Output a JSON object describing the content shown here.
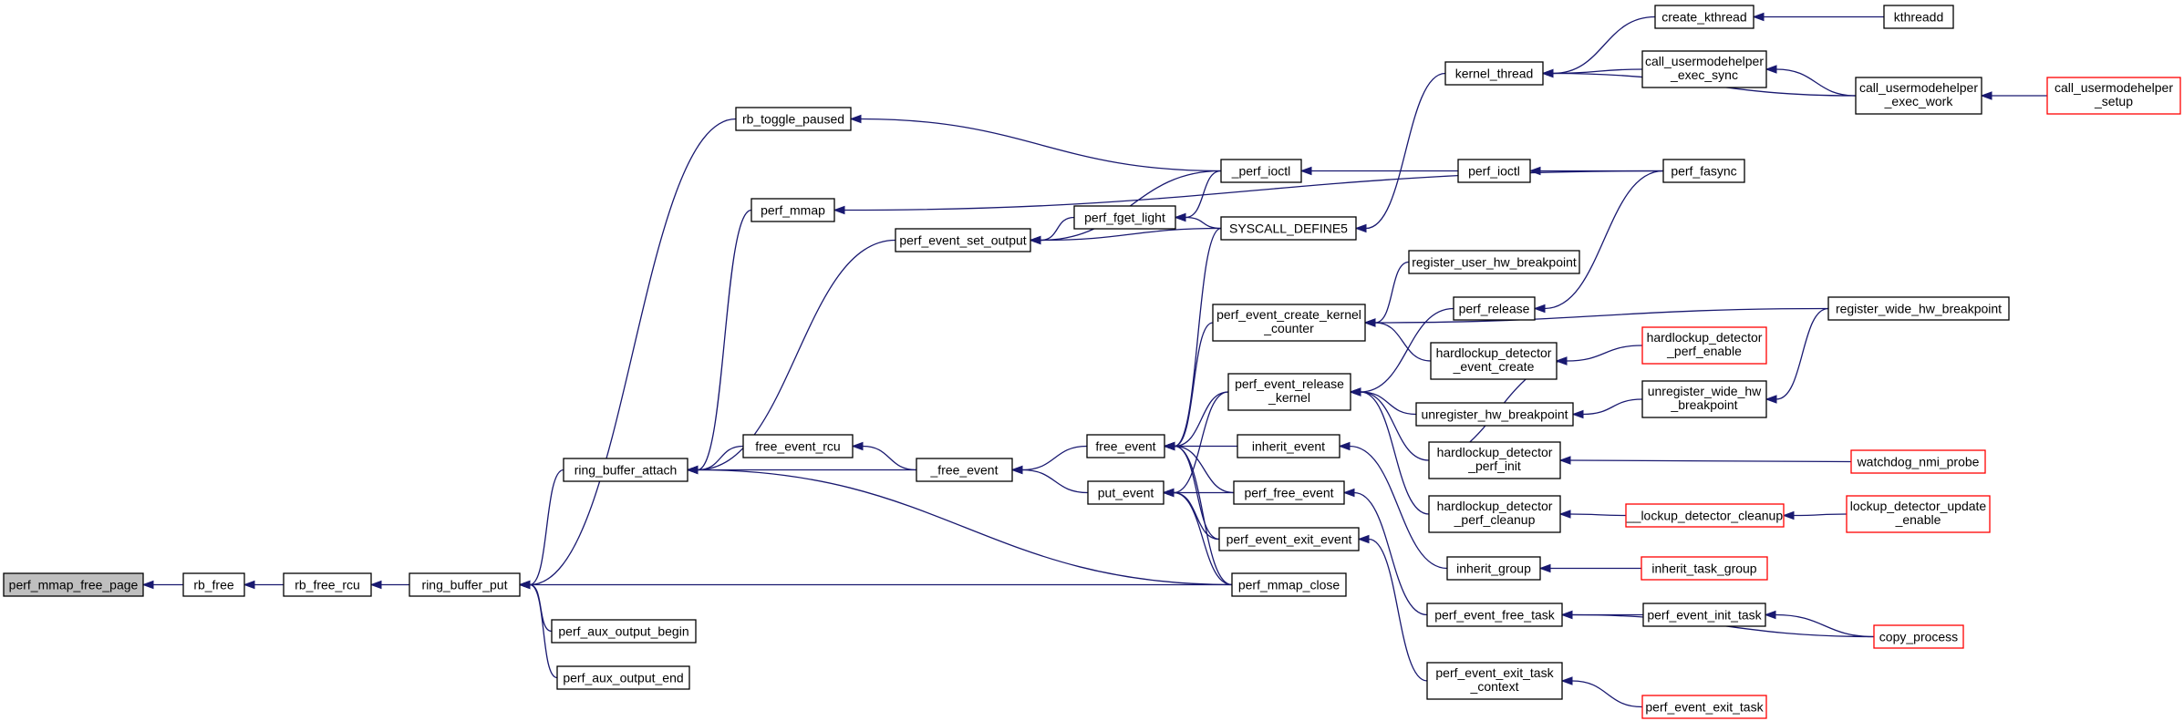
{
  "colors": {
    "edge": "#191970",
    "node_border": "#000000",
    "truncated_border": "#ff0000",
    "root_fill": "#bfbfbf",
    "background": "#ffffff"
  },
  "nodes": [
    {
      "id": "perf_mmap_free_page",
      "lines": [
        "perf_mmap_free_page"
      ],
      "root": true
    },
    {
      "id": "rb_free",
      "lines": [
        "rb_free"
      ]
    },
    {
      "id": "rb_free_rcu",
      "lines": [
        "rb_free_rcu"
      ]
    },
    {
      "id": "ring_buffer_put",
      "lines": [
        "ring_buffer_put"
      ]
    },
    {
      "id": "rb_toggle_paused",
      "lines": [
        "rb_toggle_paused"
      ]
    },
    {
      "id": "perf_mmap",
      "lines": [
        "perf_mmap"
      ]
    },
    {
      "id": "ring_buffer_attach",
      "lines": [
        "ring_buffer_attach"
      ]
    },
    {
      "id": "perf_aux_output_begin",
      "lines": [
        "perf_aux_output_begin"
      ]
    },
    {
      "id": "perf_aux_output_end",
      "lines": [
        "perf_aux_output_end"
      ]
    },
    {
      "id": "free_event_rcu",
      "lines": [
        "free_event_rcu"
      ]
    },
    {
      "id": "perf_event_set_output",
      "lines": [
        "perf_event_set_output"
      ]
    },
    {
      "id": "_free_event",
      "lines": [
        "_free_event"
      ]
    },
    {
      "id": "perf_fget_light",
      "lines": [
        "perf_fget_light"
      ]
    },
    {
      "id": "free_event",
      "lines": [
        "free_event"
      ]
    },
    {
      "id": "put_event",
      "lines": [
        "put_event"
      ]
    },
    {
      "id": "_perf_ioctl",
      "lines": [
        "_perf_ioctl"
      ]
    },
    {
      "id": "SYSCALL_DEFINE5",
      "lines": [
        "SYSCALL_DEFINE5"
      ]
    },
    {
      "id": "perf_event_create_kernel_counter",
      "lines": [
        "perf_event_create_kernel",
        "_counter"
      ]
    },
    {
      "id": "perf_event_release_kernel",
      "lines": [
        "perf_event_release",
        "_kernel"
      ]
    },
    {
      "id": "inherit_event",
      "lines": [
        "inherit_event"
      ]
    },
    {
      "id": "perf_free_event",
      "lines": [
        "perf_free_event"
      ]
    },
    {
      "id": "perf_event_exit_event",
      "lines": [
        "perf_event_exit_event"
      ]
    },
    {
      "id": "perf_mmap_close",
      "lines": [
        "perf_mmap_close"
      ]
    },
    {
      "id": "kernel_thread",
      "lines": [
        "kernel_thread"
      ]
    },
    {
      "id": "perf_ioctl",
      "lines": [
        "perf_ioctl"
      ]
    },
    {
      "id": "register_user_hw_breakpoint",
      "lines": [
        "register_user_hw_breakpoint"
      ]
    },
    {
      "id": "perf_release",
      "lines": [
        "perf_release"
      ]
    },
    {
      "id": "hardlockup_detector_event_create",
      "lines": [
        "hardlockup_detector",
        "_event_create"
      ]
    },
    {
      "id": "unregister_hw_breakpoint",
      "lines": [
        "unregister_hw_breakpoint"
      ]
    },
    {
      "id": "hardlockup_detector_perf_init",
      "lines": [
        "hardlockup_detector",
        "_perf_init"
      ]
    },
    {
      "id": "hardlockup_detector_perf_cleanup",
      "lines": [
        "hardlockup_detector",
        "_perf_cleanup"
      ]
    },
    {
      "id": "inherit_group",
      "lines": [
        "inherit_group"
      ]
    },
    {
      "id": "perf_event_free_task",
      "lines": [
        "perf_event_free_task"
      ]
    },
    {
      "id": "perf_event_exit_task_context",
      "lines": [
        "perf_event_exit_task",
        "_context"
      ]
    },
    {
      "id": "create_kthread",
      "lines": [
        "create_kthread"
      ]
    },
    {
      "id": "call_usermodehelper_exec_sync",
      "lines": [
        "call_usermodehelper",
        "_exec_sync"
      ]
    },
    {
      "id": "perf_fasync",
      "lines": [
        "perf_fasync"
      ]
    },
    {
      "id": "hardlockup_detector_perf_enable",
      "lines": [
        "hardlockup_detector",
        "_perf_enable"
      ],
      "truncated": true
    },
    {
      "id": "unregister_wide_hw_breakpoint",
      "lines": [
        "unregister_wide_hw",
        "_breakpoint"
      ]
    },
    {
      "id": "__lockup_detector_cleanup",
      "lines": [
        "__lockup_detector_cleanup"
      ],
      "truncated": true
    },
    {
      "id": "inherit_task_group",
      "lines": [
        "inherit_task_group"
      ],
      "truncated": true
    },
    {
      "id": "perf_event_init_task",
      "lines": [
        "perf_event_init_task"
      ]
    },
    {
      "id": "perf_event_exit_task",
      "lines": [
        "perf_event_exit_task"
      ],
      "truncated": true
    },
    {
      "id": "kthreadd",
      "lines": [
        "kthreadd"
      ]
    },
    {
      "id": "call_usermodehelper_exec_work",
      "lines": [
        "call_usermodehelper",
        "_exec_work"
      ]
    },
    {
      "id": "register_wide_hw_breakpoint",
      "lines": [
        "register_wide_hw_breakpoint"
      ]
    },
    {
      "id": "watchdog_nmi_probe",
      "lines": [
        "watchdog_nmi_probe"
      ],
      "truncated": true
    },
    {
      "id": "lockup_detector_update_enable",
      "lines": [
        "lockup_detector_update",
        "_enable"
      ],
      "truncated": true
    },
    {
      "id": "copy_process",
      "lines": [
        "copy_process"
      ],
      "truncated": true
    },
    {
      "id": "call_usermodehelper_setup",
      "lines": [
        "call_usermodehelper",
        "_setup"
      ],
      "truncated": true
    }
  ],
  "edges": [
    {
      "from": "rb_free",
      "to": "perf_mmap_free_page"
    },
    {
      "from": "rb_free_rcu",
      "to": "rb_free"
    },
    {
      "from": "ring_buffer_put",
      "to": "rb_free_rcu"
    },
    {
      "from": "rb_toggle_paused",
      "to": "ring_buffer_put"
    },
    {
      "from": "ring_buffer_attach",
      "to": "ring_buffer_put"
    },
    {
      "from": "perf_aux_output_begin",
      "to": "ring_buffer_put"
    },
    {
      "from": "perf_aux_output_end",
      "to": "ring_buffer_put"
    },
    {
      "from": "perf_mmap_close",
      "to": "ring_buffer_put"
    },
    {
      "from": "perf_mmap",
      "to": "ring_buffer_attach"
    },
    {
      "from": "free_event_rcu",
      "to": "ring_buffer_attach"
    },
    {
      "from": "perf_event_set_output",
      "to": "ring_buffer_attach"
    },
    {
      "from": "_free_event",
      "to": "ring_buffer_attach"
    },
    {
      "from": "perf_mmap_close",
      "to": "ring_buffer_attach"
    },
    {
      "from": "_free_event",
      "to": "free_event_rcu"
    },
    {
      "from": "free_event",
      "to": "_free_event"
    },
    {
      "from": "put_event",
      "to": "_free_event"
    },
    {
      "from": "_perf_ioctl",
      "to": "rb_toggle_paused"
    },
    {
      "from": "perf_fasync",
      "to": "perf_mmap"
    },
    {
      "from": "_perf_ioctl",
      "to": "perf_event_set_output"
    },
    {
      "from": "perf_fget_light",
      "to": "perf_event_set_output"
    },
    {
      "from": "SYSCALL_DEFINE5",
      "to": "perf_event_set_output"
    },
    {
      "from": "_perf_ioctl",
      "to": "perf_fget_light"
    },
    {
      "from": "SYSCALL_DEFINE5",
      "to": "perf_fget_light"
    },
    {
      "from": "SYSCALL_DEFINE5",
      "to": "free_event"
    },
    {
      "from": "perf_event_create_kernel_counter",
      "to": "free_event"
    },
    {
      "from": "perf_event_release_kernel",
      "to": "free_event"
    },
    {
      "from": "inherit_event",
      "to": "free_event"
    },
    {
      "from": "perf_free_event",
      "to": "free_event"
    },
    {
      "from": "perf_event_exit_event",
      "to": "free_event"
    },
    {
      "from": "perf_mmap_close",
      "to": "free_event"
    },
    {
      "from": "perf_event_release_kernel",
      "to": "put_event"
    },
    {
      "from": "perf_free_event",
      "to": "put_event"
    },
    {
      "from": "perf_event_exit_event",
      "to": "put_event"
    },
    {
      "from": "perf_mmap_close",
      "to": "put_event"
    },
    {
      "from": "perf_ioctl",
      "to": "_perf_ioctl"
    },
    {
      "from": "kernel_thread",
      "to": "SYSCALL_DEFINE5"
    },
    {
      "from": "register_user_hw_breakpoint",
      "to": "perf_event_create_kernel_counter"
    },
    {
      "from": "hardlockup_detector_event_create",
      "to": "perf_event_create_kernel_counter"
    },
    {
      "from": "register_wide_hw_breakpoint",
      "to": "perf_event_create_kernel_counter"
    },
    {
      "from": "perf_release",
      "to": "perf_event_release_kernel"
    },
    {
      "from": "unregister_hw_breakpoint",
      "to": "perf_event_release_kernel"
    },
    {
      "from": "hardlockup_detector_perf_init",
      "to": "perf_event_release_kernel"
    },
    {
      "from": "hardlockup_detector_perf_cleanup",
      "to": "perf_event_release_kernel"
    },
    {
      "from": "inherit_group",
      "to": "inherit_event"
    },
    {
      "from": "perf_event_free_task",
      "to": "perf_free_event"
    },
    {
      "from": "perf_event_exit_task_context",
      "to": "perf_event_exit_event"
    },
    {
      "from": "create_kthread",
      "to": "kernel_thread"
    },
    {
      "from": "call_usermodehelper_exec_sync",
      "to": "kernel_thread"
    },
    {
      "from": "call_usermodehelper_exec_work",
      "to": "kernel_thread"
    },
    {
      "from": "perf_fasync",
      "to": "perf_ioctl"
    },
    {
      "from": "perf_fasync",
      "to": "perf_release"
    },
    {
      "from": "hardlockup_detector_perf_enable",
      "to": "hardlockup_detector_event_create"
    },
    {
      "from": "hardlockup_detector_perf_init",
      "to": "hardlockup_detector_event_create"
    },
    {
      "from": "unregister_wide_hw_breakpoint",
      "to": "unregister_hw_breakpoint"
    },
    {
      "from": "watchdog_nmi_probe",
      "to": "hardlockup_detector_perf_init"
    },
    {
      "from": "__lockup_detector_cleanup",
      "to": "hardlockup_detector_perf_cleanup"
    },
    {
      "from": "inherit_task_group",
      "to": "inherit_group"
    },
    {
      "from": "perf_event_init_task",
      "to": "perf_event_free_task"
    },
    {
      "from": "copy_process",
      "to": "perf_event_free_task"
    },
    {
      "from": "perf_event_exit_task",
      "to": "perf_event_exit_task_context"
    },
    {
      "from": "kthreadd",
      "to": "create_kthread"
    },
    {
      "from": "call_usermodehelper_exec_work",
      "to": "call_usermodehelper_exec_sync"
    },
    {
      "from": "register_wide_hw_breakpoint",
      "to": "unregister_wide_hw_breakpoint"
    },
    {
      "from": "lockup_detector_update_enable",
      "to": "__lockup_detector_cleanup"
    },
    {
      "from": "copy_process",
      "to": "perf_event_init_task"
    },
    {
      "from": "call_usermodehelper_setup",
      "to": "call_usermodehelper_exec_work"
    }
  ]
}
